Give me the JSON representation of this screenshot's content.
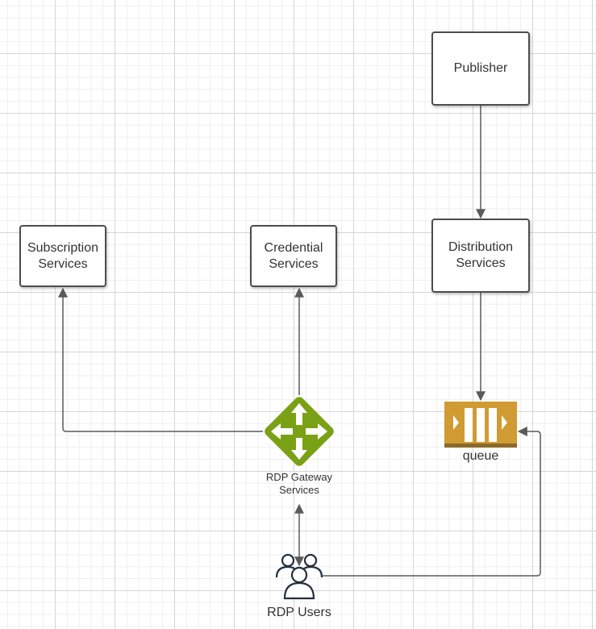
{
  "nodes": {
    "publisher": "Publisher",
    "distribution_services": "Distribution Services",
    "subscription_services": "Subscription Services",
    "credential_services": "Credential Services",
    "rdp_gateway_services": "RDP Gateway Services",
    "queue": "queue",
    "rdp_users": "RDP Users"
  },
  "colors": {
    "gateway_icon": "#7aa116",
    "queue_icon": "#d09b32",
    "connector": "#5a5a5a",
    "box_border": "#4d4d4d",
    "users_icon": "#232f3e"
  },
  "icons": {
    "gateway": "gateway-arrows-icon",
    "queue": "queue-icon",
    "users": "users-group-icon"
  }
}
